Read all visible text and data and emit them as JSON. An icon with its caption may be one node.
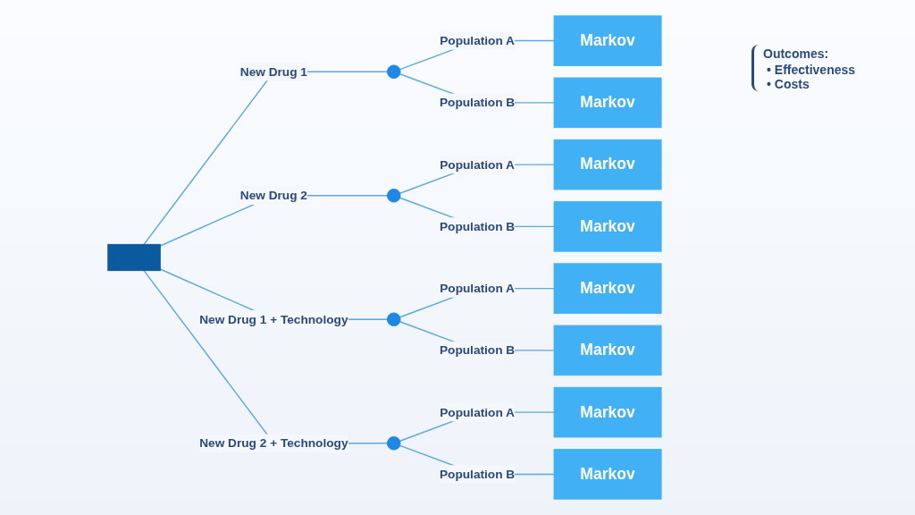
{
  "diagram": {
    "nodes": [
      {
        "text": [],
        "shape": "box"
      },
      {
        "text": [],
        "shape": "circle"
      },
      {
        "text": [
          "Markov"
        ]
      },
      {
        "text": [
          "Markov"
        ]
      },
      {
        "text": [],
        "shape": "circle"
      },
      {
        "text": [
          "Markov"
        ]
      },
      {
        "text": [
          "Markov"
        ]
      },
      {
        "text": [],
        "shape": "circle"
      },
      {
        "text": [
          "Markov"
        ]
      },
      {
        "text": [
          "Markov"
        ]
      },
      {
        "text": [],
        "shape": "circle"
      },
      {
        "text": [
          "Markov"
        ]
      },
      {
        "text": [
          "Markov"
        ]
      }
    ],
    "edges": [
      {
        "from": 0,
        "to": 1,
        "arrow": "none",
        "label": "New Drug 1"
      },
      {
        "from": 0,
        "to": 4,
        "arrow": "none",
        "label": "New Drug 2"
      },
      {
        "from": 0,
        "to": 7,
        "arrow": "none",
        "label": "New Drug 1 + Technology"
      },
      {
        "from": 0,
        "to": 10,
        "arrow": "none",
        "label": "New Drug 2 + Technology"
      },
      {
        "from": 1,
        "to": 2,
        "arrow": "none",
        "label": "Population A"
      },
      {
        "from": 1,
        "to": 3,
        "arrow": "none",
        "label": "Population B"
      },
      {
        "from": 4,
        "to": 5,
        "arrow": "none",
        "label": "Population A"
      },
      {
        "from": 4,
        "to": 6,
        "arrow": "none",
        "label": "Population B"
      },
      {
        "from": 7,
        "to": 8,
        "arrow": "none",
        "label": "Population A"
      },
      {
        "from": 7,
        "to": 9,
        "arrow": "none",
        "label": "Population B"
      },
      {
        "from": 10,
        "to": 11,
        "arrow": "none",
        "label": "Population A"
      },
      {
        "from": 10,
        "to": 12,
        "arrow": "none",
        "label": "Population B"
      }
    ],
    "labels": [
      "Outcomes:",
      "• Effectiveness",
      "• Costs"
    ]
  }
}
